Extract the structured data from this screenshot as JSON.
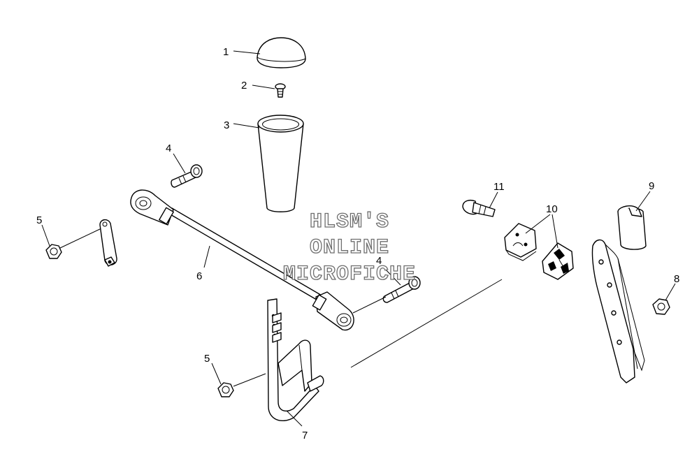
{
  "watermark": {
    "line1": "HLSM'S",
    "line2": "ONLINE",
    "line3": "MICROFICHE"
  },
  "callouts": {
    "c1": "1",
    "c2": "2",
    "c3": "3",
    "c4a": "4",
    "c4b": "4",
    "c5a": "5",
    "c5b": "5",
    "c6": "6",
    "c7": "7",
    "c8": "8",
    "c9": "9",
    "c10": "10",
    "c11": "11"
  }
}
